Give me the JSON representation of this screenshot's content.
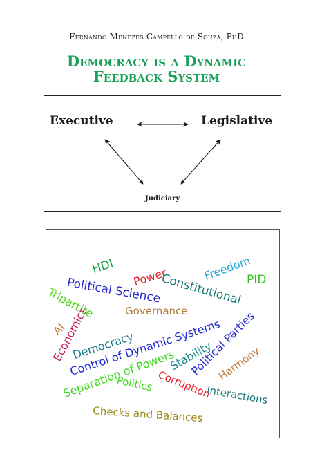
{
  "author": "Fernando Menezes Campello de Souza, PhD",
  "title_line1": "Democracy is a Dynamic",
  "title_line2": "Feedback System",
  "diagram": {
    "executive": "Executive",
    "legislative": "Legislative",
    "judiciary": "Judiciary"
  },
  "word_cloud": [
    {
      "text": "HDI",
      "color": "#19a04a"
    },
    {
      "text": "Power",
      "color": "#e0202a"
    },
    {
      "text": "Freedom",
      "color": "#22a6d6"
    },
    {
      "text": "PID",
      "color": "#2ec21a"
    },
    {
      "text": "Political Science",
      "color": "#2a2ad0"
    },
    {
      "text": "Constitutional",
      "color": "#1a7a7a"
    },
    {
      "text": "Tripartite",
      "color": "#4ad81a"
    },
    {
      "text": "Governance",
      "color": "#b07a3a"
    },
    {
      "text": "AI",
      "color": "#c07a3a"
    },
    {
      "text": "Economics",
      "color": "#c21a5a"
    },
    {
      "text": "Democracy",
      "color": "#1a7a8a"
    },
    {
      "text": "Control of Dynamic Systems",
      "color": "#1a2ad0"
    },
    {
      "text": "Political Parties",
      "color": "#2a2ad0"
    },
    {
      "text": "Stability",
      "color": "#1a8a8a"
    },
    {
      "text": "Harmony",
      "color": "#c07a3a"
    },
    {
      "text": "Separation of Powers",
      "color": "#3ad81a"
    },
    {
      "text": "Politics",
      "color": "#3ad81a"
    },
    {
      "text": "Corruption",
      "color": "#e0202a"
    },
    {
      "text": "Interactions",
      "color": "#1a7a7a"
    },
    {
      "text": "Checks and Balances",
      "color": "#9a8a1a"
    }
  ]
}
